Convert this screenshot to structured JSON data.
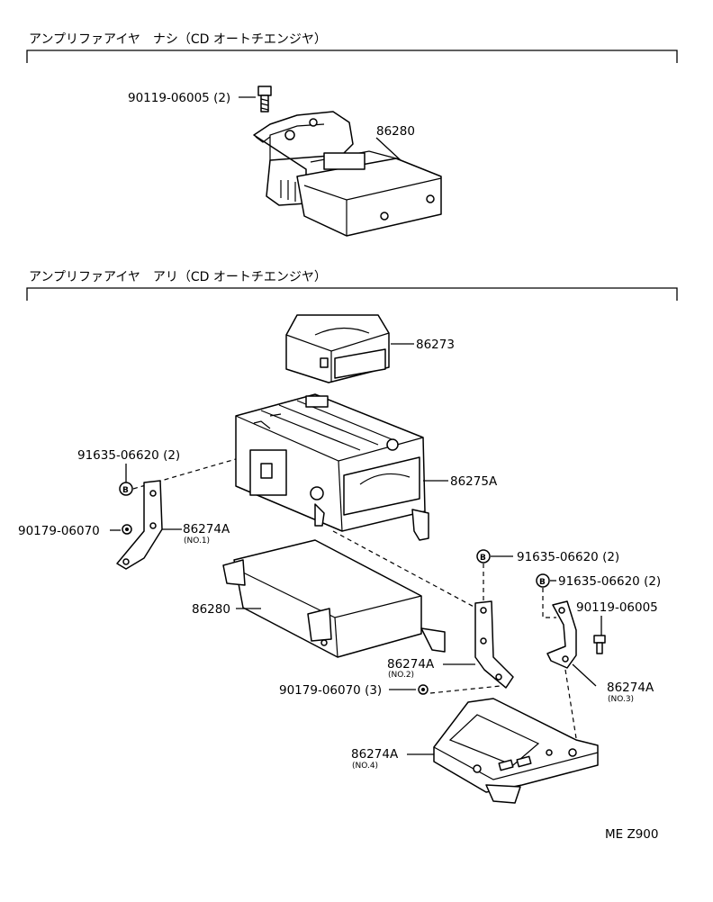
{
  "sections": [
    {
      "title": "アンプリファアイヤ　ナシ（CD オートチエンジヤ）"
    },
    {
      "title": "アンプリファアイヤ　アリ（CD オートチエンジヤ）"
    }
  ],
  "parts": [
    {
      "number": "90119-06005",
      "qty": "(2)"
    },
    {
      "number": "86280",
      "qty": ""
    },
    {
      "number": "86273",
      "qty": ""
    },
    {
      "number": "86275A",
      "qty": ""
    },
    {
      "number": "91635-06620",
      "qty": "(2)"
    },
    {
      "number": "90179-06070",
      "qty": ""
    },
    {
      "number": "86274A",
      "sub": "(NO.1)"
    },
    {
      "number": "86280",
      "qty": ""
    },
    {
      "number": "91635-06620",
      "qty": "(2)"
    },
    {
      "number": "91635-06620",
      "qty": "(2)"
    },
    {
      "number": "90119-06005",
      "qty": ""
    },
    {
      "number": "86274A",
      "sub": "(NO.2)"
    },
    {
      "number": "90179-06070",
      "qty": "(3)"
    },
    {
      "number": "86274A",
      "sub": "(NO.3)"
    },
    {
      "number": "86274A",
      "sub": "(NO.4)"
    }
  ],
  "washer_symbol": "B",
  "footer_code": "ME Z900"
}
